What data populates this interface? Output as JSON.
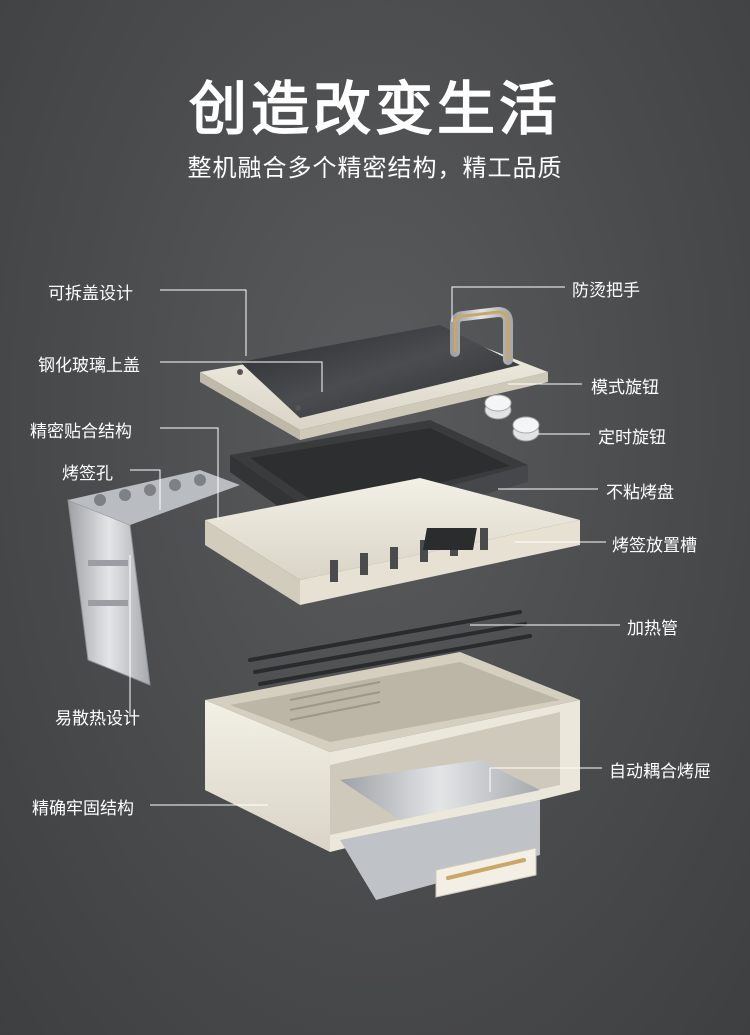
{
  "title": "创造改变生活",
  "subtitle": "整机融合多个精密结构，精工品质",
  "labels": {
    "removable_lid": "可拆盖设计",
    "tempered_glass_lid": "钢化玻璃上盖",
    "precision_fit": "精密贴合结构",
    "skewer_holes": "烤签孔",
    "heat_dissipation": "易散热设计",
    "firm_structure": "精确牢固结构",
    "anti_scald_handle": "防烫把手",
    "mode_knob": "模式旋钮",
    "timer_knob": "定时旋钮",
    "nonstick_tray": "不粘烤盘",
    "skewer_slot": "烤签放置槽",
    "heating_tube": "加热管",
    "auto_coupling_drawer": "自动耦合烤屉"
  },
  "colors": {
    "background": "#4a4b4d",
    "body_cream": "#ece8dc",
    "tray_dark": "#3a3b3d",
    "metal": "#c8cacc",
    "gold": "#c9a867",
    "leader_line": "#ffffff"
  }
}
